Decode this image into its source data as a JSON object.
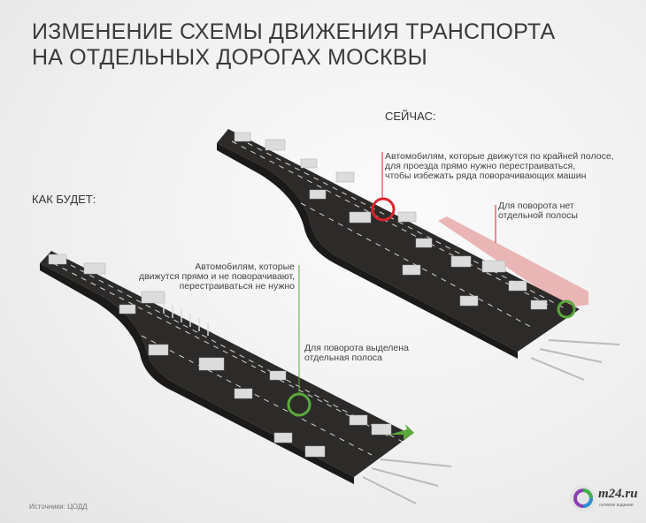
{
  "title": {
    "line1": "ИЗМЕНЕНИЕ СХЕМЫ ДВИЖЕНИЯ ТРАНСПОРТА",
    "line2": "НА ОТДЕЛЬНЫХ ДОРОГАХ МОСКВЫ"
  },
  "now": {
    "label": "СЕЙЧАС:",
    "note1": [
      "Автомобилям, которые движутся по крайней полосе,",
      "для проезда прямо нужно перестраиваться,",
      "чтобы избежать ряда поворачивающих машин"
    ],
    "note2": [
      "Для поворота нет",
      "отдельной полосы"
    ]
  },
  "future": {
    "label": "КАК БУДЕТ:",
    "note1": [
      "Автомобилям, которые",
      "движутся прямо и не поворачивают,",
      "перестраиваться не нужно"
    ],
    "note2": [
      "Для поворота выделена",
      "отдельная полоса"
    ]
  },
  "source": "Источники: ЦОДД",
  "logo": {
    "name": "m24.ru",
    "subtitle": "сетевое издание"
  },
  "colors": {
    "road": "#2d2b29",
    "accent_red": "#d9262a",
    "accent_green": "#5aa83c",
    "no_lane_zone": "#e8a9a9"
  }
}
